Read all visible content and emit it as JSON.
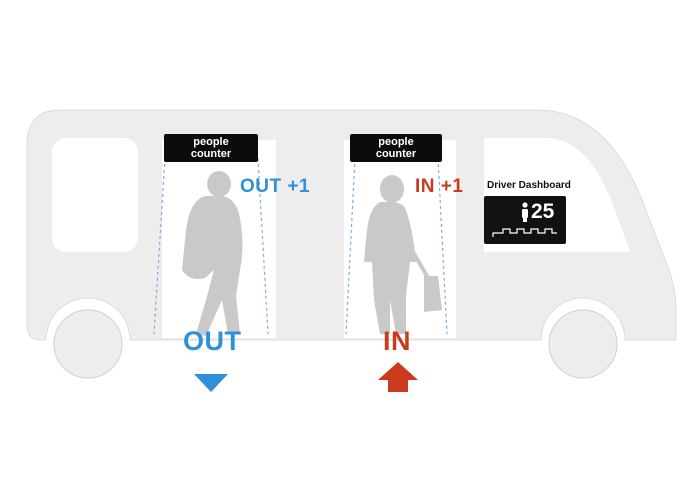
{
  "colors": {
    "out": "#2f8fd8",
    "in": "#cc3a1d",
    "bus": "#ededed",
    "bus_outline": "#dcdcdc",
    "window": "#ffffff",
    "silhouette": "#c9c9c9",
    "dashboard_bg": "#111111",
    "beam": "#7aaee0"
  },
  "rear_door": {
    "counter_line1": "people",
    "counter_line2": "counter",
    "count_label": "OUT +1",
    "direction_label": "OUT",
    "arrow_icon": "arrow-down-icon"
  },
  "front_door": {
    "counter_line1": "people",
    "counter_line2": "counter",
    "count_label": "IN +1",
    "direction_label": "IN",
    "arrow_icon": "arrow-up-icon"
  },
  "dashboard": {
    "title": "Driver Dashboard",
    "passenger_count": "25",
    "person_icon": "person-icon",
    "chart_icon": "step-chart-icon"
  }
}
